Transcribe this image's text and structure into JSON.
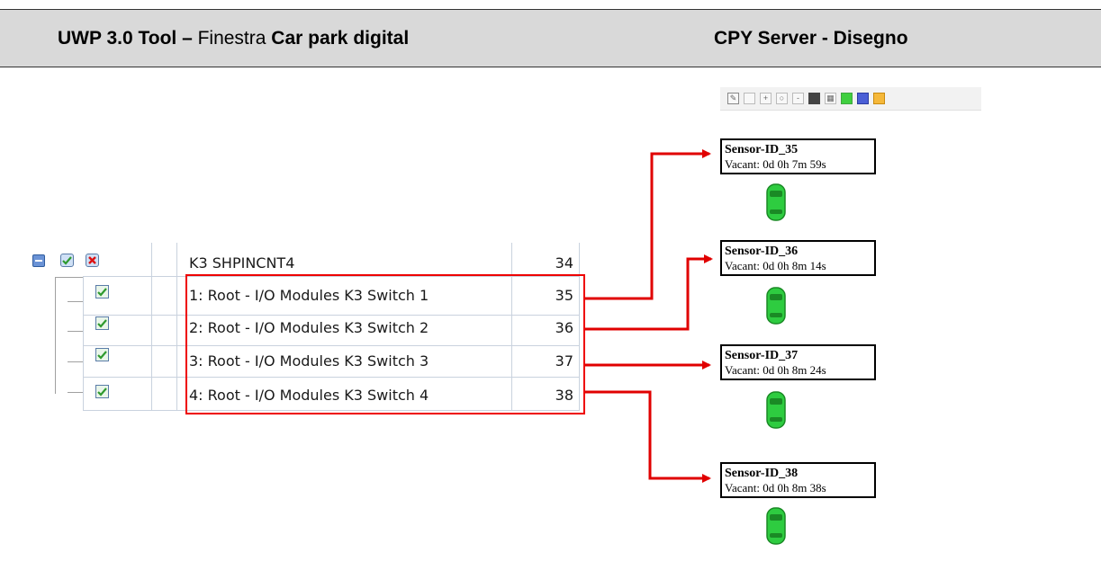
{
  "header": {
    "left_bold_1": "UWP 3.0 Tool –",
    "left_normal": " Finestra ",
    "left_bold_2": "Car park digital",
    "right": "CPY Server - Disegno"
  },
  "toolbar": {
    "buttons": [
      "edit-icon",
      "select-icon",
      "zoom-in-icon",
      "zoom-icon",
      "zoom-out-icon",
      "fill-icon",
      "calendar-icon",
      "green-flag-icon",
      "blue-flag-icon",
      "orange-flag-icon"
    ]
  },
  "tree": {
    "root": {
      "label": "K3 SHPINCNT4",
      "value": "34"
    },
    "items": [
      {
        "label": "1: Root - I/O Modules K3 Switch 1",
        "value": "35"
      },
      {
        "label": "2: Root - I/O Modules K3 Switch 2",
        "value": "36"
      },
      {
        "label": "3: Root - I/O Modules K3 Switch 3",
        "value": "37"
      },
      {
        "label": "4: Root - I/O Modules K3 Switch 4",
        "value": "38"
      }
    ]
  },
  "sensors": [
    {
      "id": "Sensor-ID_35",
      "status": "Vacant: 0d 0h 7m 59s"
    },
    {
      "id": "Sensor-ID_36",
      "status": "Vacant: 0d 0h 8m 14s"
    },
    {
      "id": "Sensor-ID_37",
      "status": "Vacant: 0d 0h 8m 24s"
    },
    {
      "id": "Sensor-ID_38",
      "status": "Vacant: 0d 0h 8m 38s"
    }
  ],
  "colors": {
    "arrow": "#e00000",
    "car": "#2ecc40",
    "header_bg": "#d9d9d9"
  }
}
